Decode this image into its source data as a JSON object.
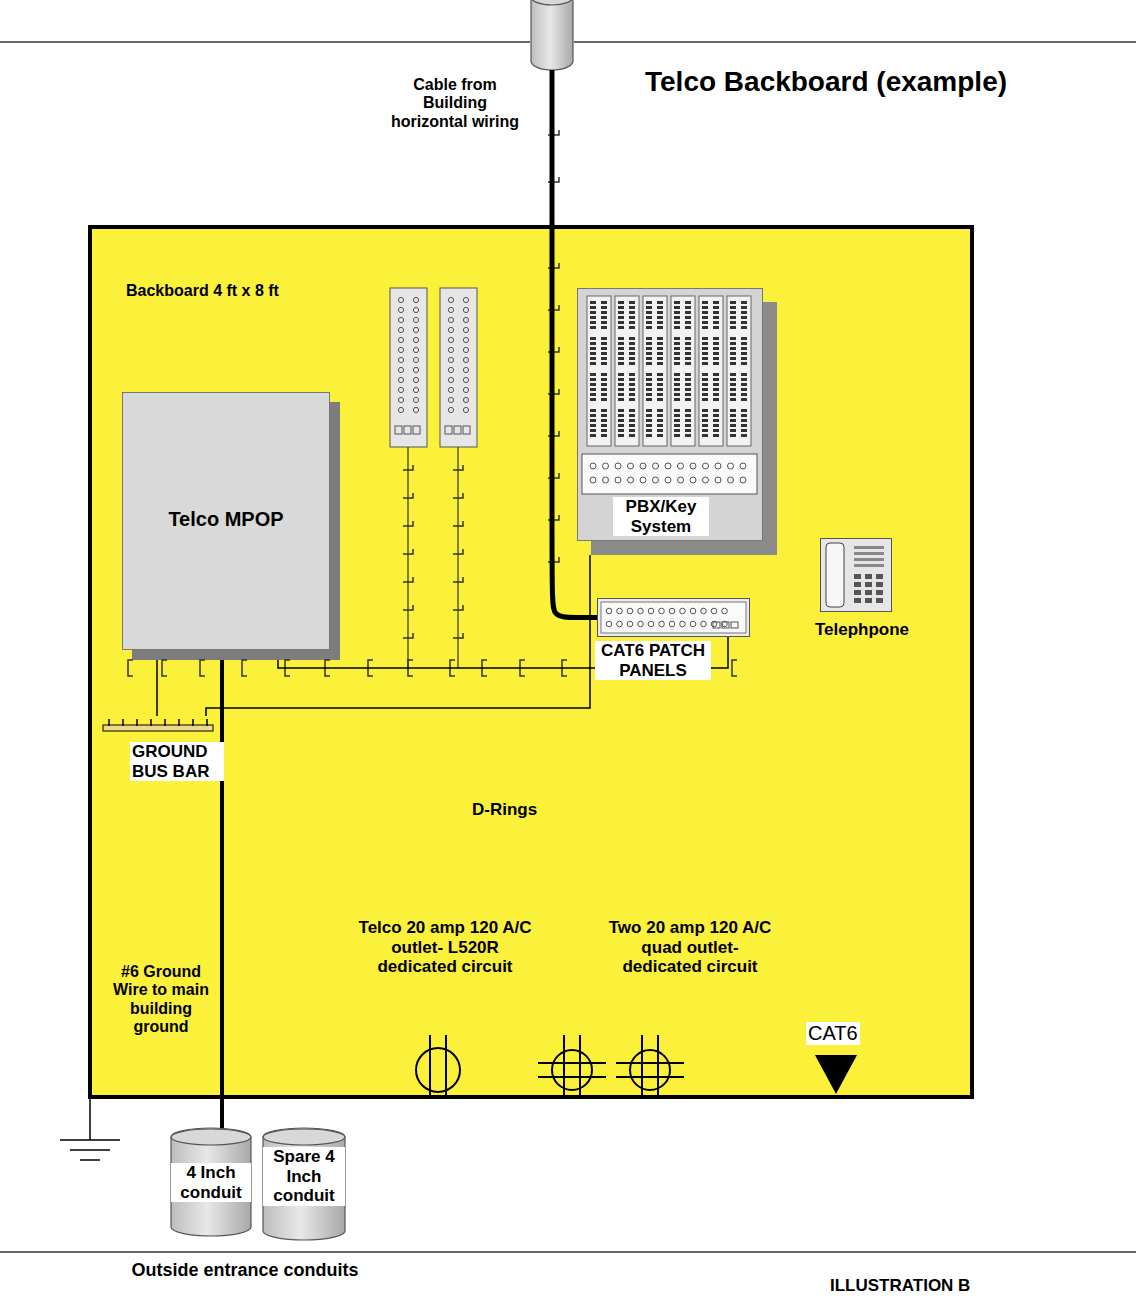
{
  "diagram": {
    "title": "Telco Backboard (example)",
    "nodes": [
      {
        "text": [
          "Cable from Building horizontal wiring"
        ]
      },
      {
        "text": [
          "Backboard 4 ft x 8 ft"
        ]
      },
      {
        "text": [
          "Telco MPOP"
        ],
        "in": 1
      },
      {
        "text": [
          "PBX/Key System"
        ],
        "in": 1
      },
      {
        "text": [
          "CAT6 PATCH PANELS"
        ],
        "in": 1
      },
      {
        "text": [
          "Telephpone"
        ],
        "in": 1
      },
      {
        "text": [
          "GROUND BUS BAR"
        ],
        "in": 1
      },
      {
        "text": [
          "4 Inch conduit"
        ]
      },
      {
        "text": [
          "Spare 4 Inch conduit"
        ]
      }
    ],
    "edges": [
      {
        "from": 0,
        "to": 4,
        "arrow": "none"
      },
      {
        "from": 7,
        "to": 2,
        "arrow": "none"
      },
      {
        "from": 2,
        "to": 6,
        "arrow": "none"
      },
      {
        "from": 2,
        "to": 4,
        "arrow": "none"
      },
      {
        "from": 3,
        "to": 6,
        "arrow": "none"
      }
    ],
    "labels": [
      "D-Rings",
      "#6 Ground Wire to main building ground",
      "Telco 20 amp 120 A/C outlet- L520R dedicated circuit",
      "Two 20 amp 120 A/C quad outlet- dedicated circuit",
      "CAT6",
      "Outside entrance conduits",
      "ILLUSTRATION B"
    ]
  }
}
